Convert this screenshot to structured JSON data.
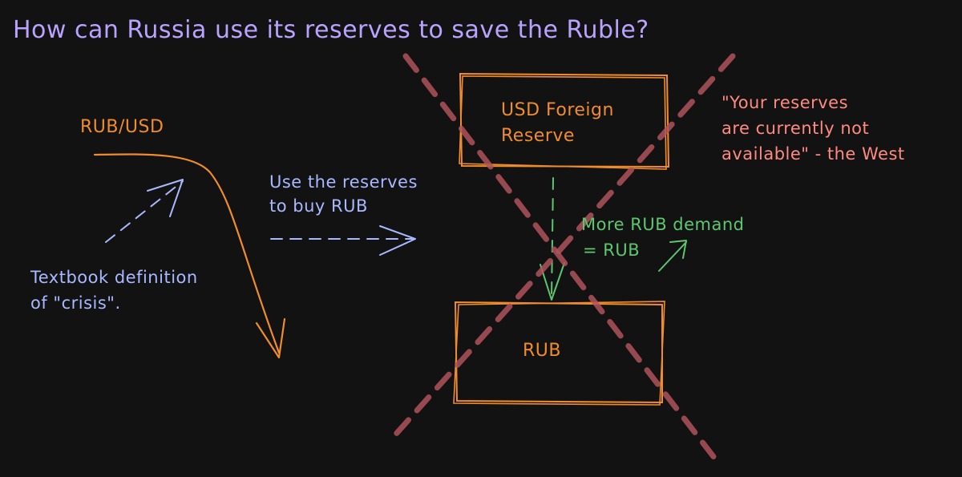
{
  "title": "How can Russia use its reserves to save the Ruble?",
  "rub_usd_label": "RUB/USD",
  "textbook_label": [
    "Textbook definition",
    "of \"crisis\"."
  ],
  "use_reserves_label": [
    "Use the reserves",
    "to buy RUB"
  ],
  "top_box_label": [
    "USD Foreign",
    "Reserve"
  ],
  "bottom_box_label": "RUB",
  "demand_label": [
    "More RUB demand",
    "= RUB"
  ],
  "quote_label": [
    "\"Your reserves",
    "are currently not",
    "available\" - the West"
  ],
  "colors": {
    "background": "#121212",
    "title": "#b8a3ff",
    "orange": "#f08c2a",
    "blue": "#a9b8ff",
    "green": "#5cc770",
    "red_quote": "#ff8a80",
    "cross": "#b0545c"
  }
}
